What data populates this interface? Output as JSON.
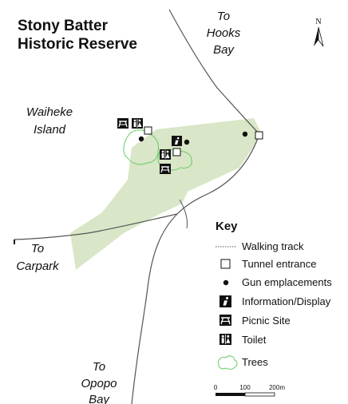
{
  "title": {
    "line1": "Stony Batter",
    "line2": "Historic Reserve"
  },
  "north_label": "N",
  "places": {
    "hooks_bay": [
      "To",
      "Hooks",
      "Bay"
    ],
    "waiheke_island": [
      "Waiheke",
      "Island"
    ],
    "carpark": [
      "To",
      "Carpark"
    ],
    "opopo_bay": [
      "To",
      "Opopo",
      "Bay"
    ]
  },
  "key": {
    "title": "Key",
    "items": [
      {
        "label": "Walking track",
        "icon": "dotted-line-icon"
      },
      {
        "label": "Tunnel entrance",
        "icon": "square-outline-icon"
      },
      {
        "label": "Gun emplacements",
        "icon": "dot-icon"
      },
      {
        "label": "Information/Display",
        "icon": "info-icon"
      },
      {
        "label": "Picnic Site",
        "icon": "picnic-table-icon"
      },
      {
        "label": "Toilet",
        "icon": "toilet-icon"
      },
      {
        "label": "Trees",
        "icon": "tree-outline-icon"
      }
    ]
  },
  "scale": {
    "labels": [
      "0",
      "100",
      "200m"
    ]
  },
  "colors": {
    "reserve_fill": "#d9e6c7",
    "tree_outline": "#66cc66",
    "road": "#555555",
    "symbol": "#111111"
  }
}
